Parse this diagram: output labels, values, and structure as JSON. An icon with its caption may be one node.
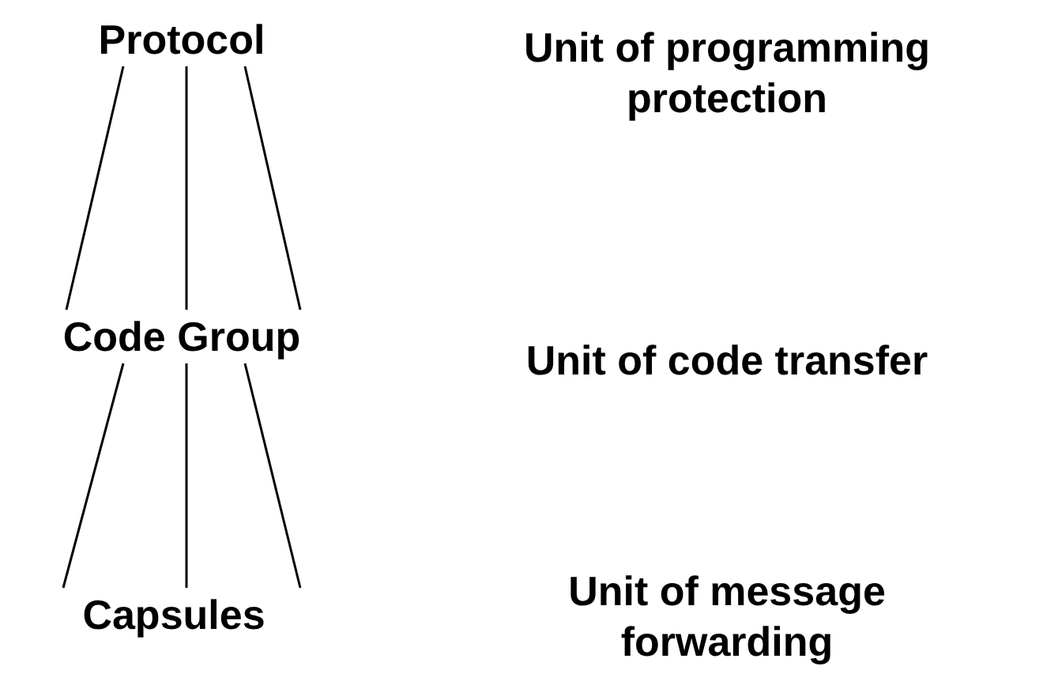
{
  "diagram": {
    "nodes": [
      {
        "text": [
          "Protocol"
        ]
      },
      {
        "text": [
          "Code Group"
        ]
      },
      {
        "text": [
          "Capsules"
        ]
      }
    ],
    "edges": [
      {
        "from": 0,
        "to": 1,
        "arrow": "none"
      },
      {
        "from": 0,
        "to": 1,
        "arrow": "none"
      },
      {
        "from": 0,
        "to": 1,
        "arrow": "none"
      },
      {
        "from": 1,
        "to": 2,
        "arrow": "none"
      },
      {
        "from": 1,
        "to": 2,
        "arrow": "none"
      },
      {
        "from": 1,
        "to": 2,
        "arrow": "none"
      }
    ],
    "labels": [
      "Unit of programming protection",
      "Unit of code transfer",
      "Unit of message forwarding"
    ]
  }
}
